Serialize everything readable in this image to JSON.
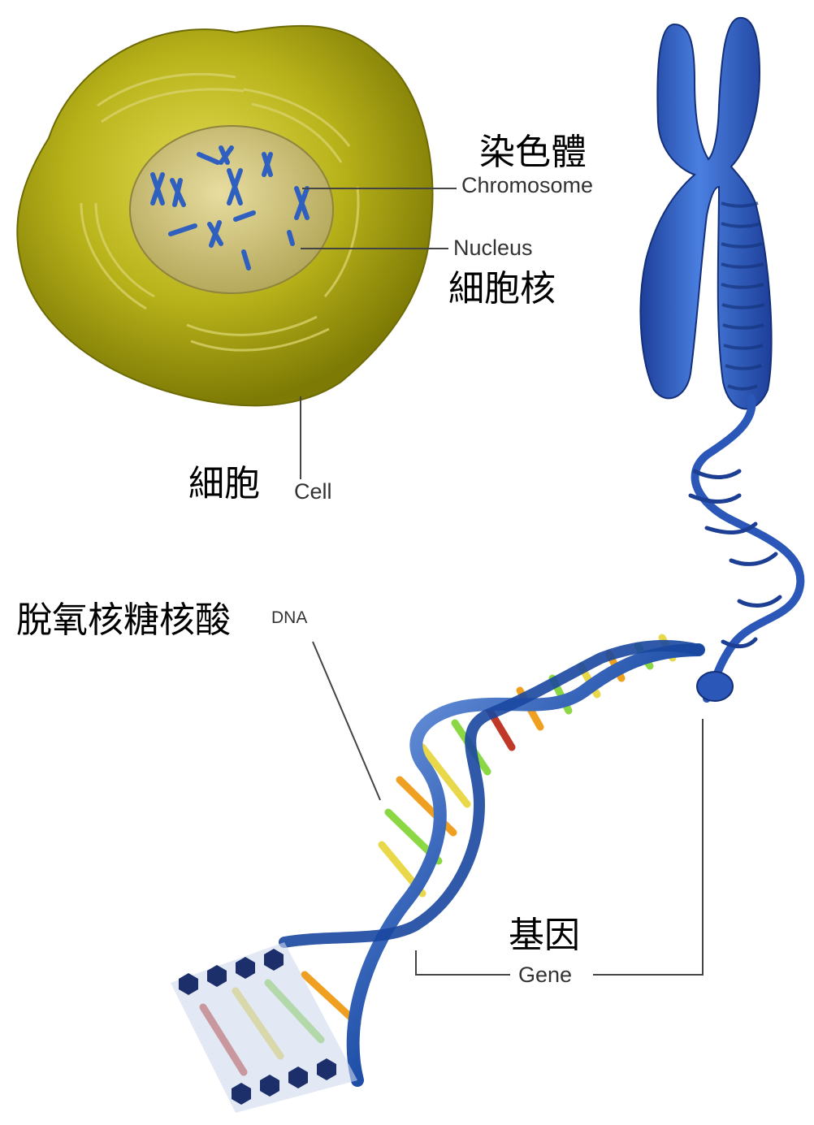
{
  "labels": {
    "chromosome_zh": "染色體",
    "chromosome_en": "Chromosome",
    "nucleus_en": "Nucleus",
    "nucleus_zh": "細胞核",
    "cell_zh": "細胞",
    "cell_en": "Cell",
    "dna_zh": "脫氧核糖核酸",
    "dna_en": "DNA",
    "gene_zh": "基因",
    "gene_en": "Gene"
  },
  "colors": {
    "cell_body": "#a7a20f",
    "cell_light": "#d2cc3a",
    "nucleus": "#c9bd73",
    "chromosome_blue": "#2f5fbf",
    "dna_backbone": "#1f4fa8",
    "leader_line": "#444444"
  }
}
